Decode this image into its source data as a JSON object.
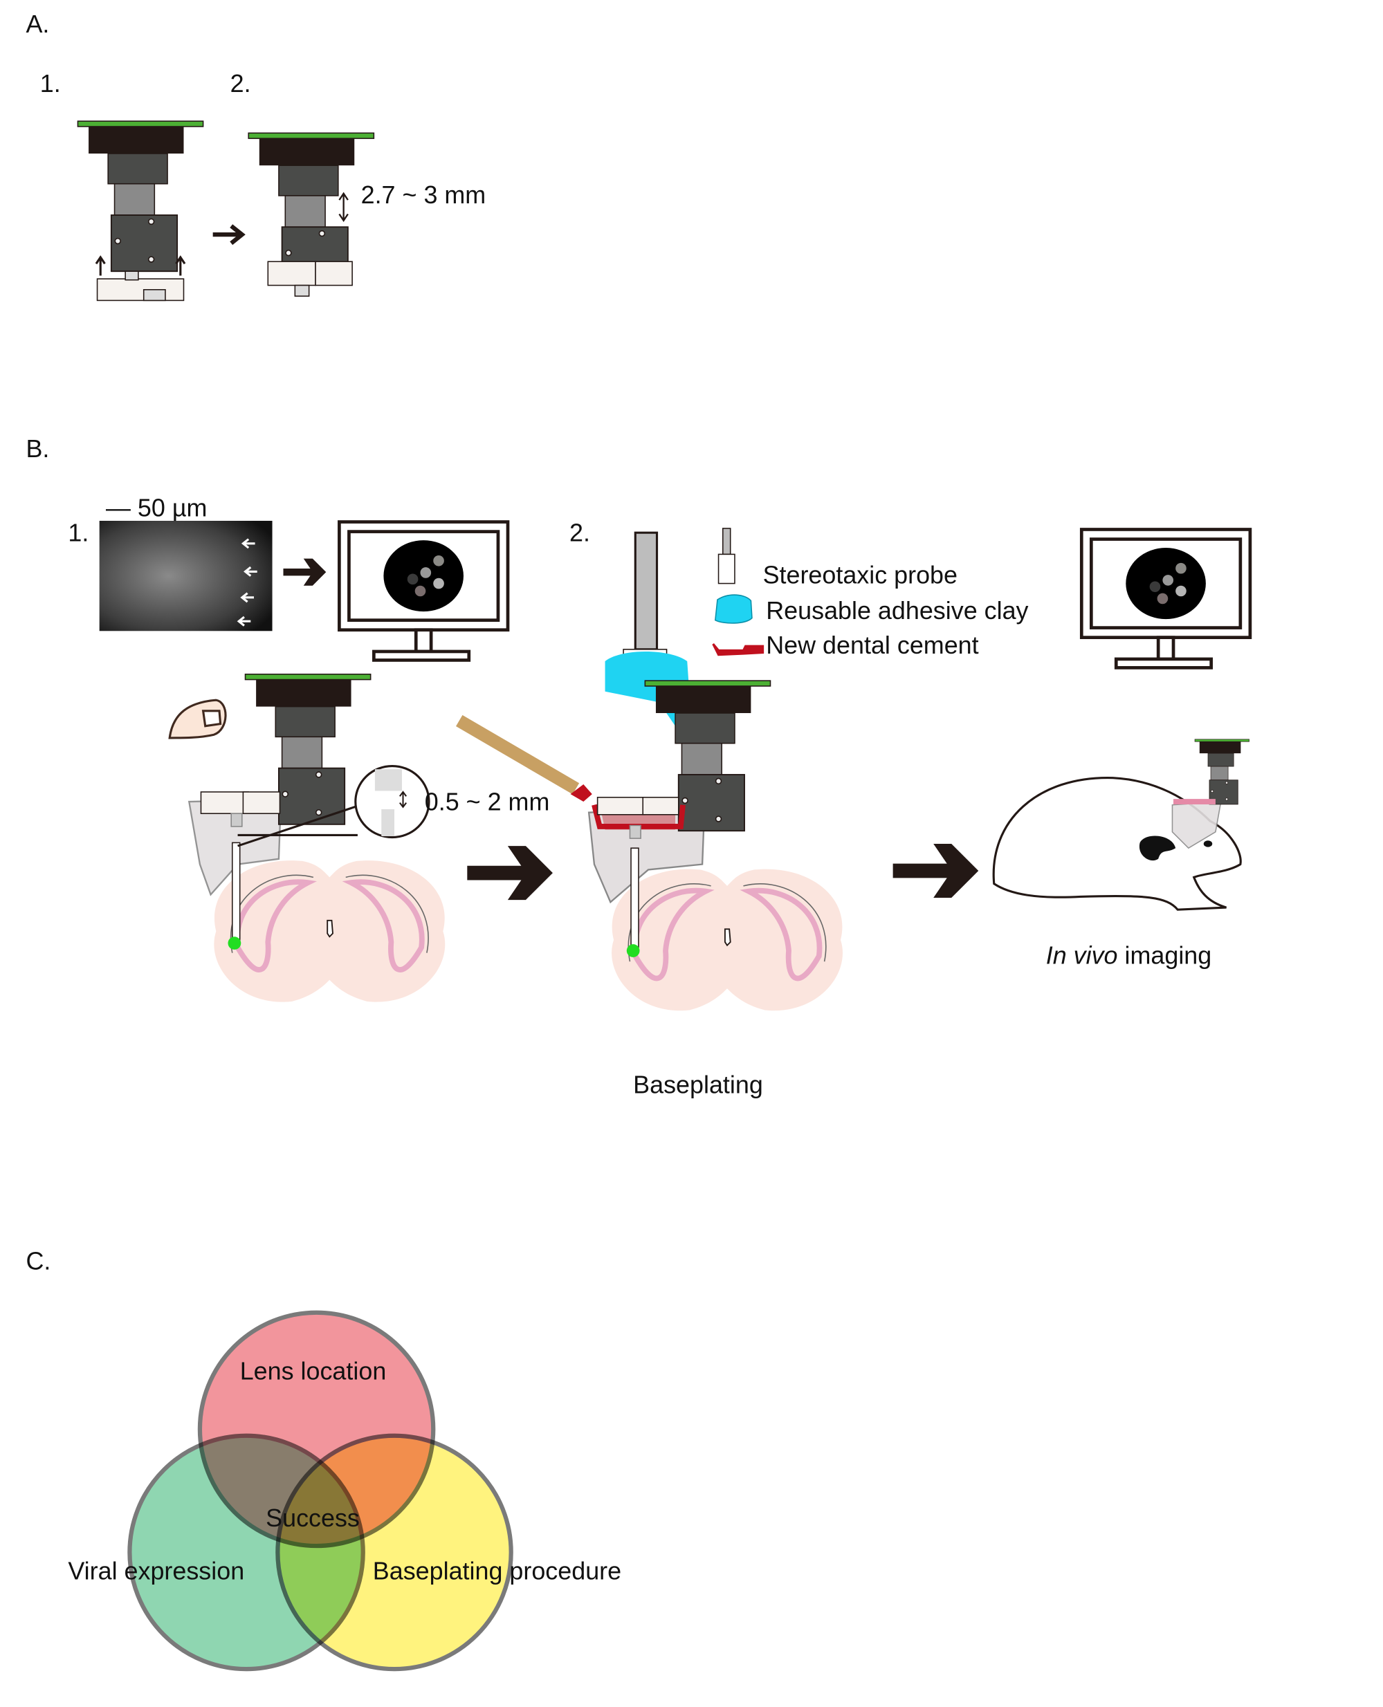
{
  "panel_a": {
    "label": "A.",
    "step1": "1.",
    "step2": "2.",
    "distance": "2.7 ~ 3 mm"
  },
  "panel_b": {
    "label": "B.",
    "step1": "1.",
    "step2": "2.",
    "scale_bar": "— 50 µm",
    "distance": "0.5 ~ 2 mm",
    "legend": [
      {
        "label": "Stereotaxic probe",
        "icon": "probe-icon"
      },
      {
        "label": "Reusable adhesive clay",
        "icon": "clay-icon",
        "color": "#1fd3f2"
      },
      {
        "label": "New dental cement",
        "icon": "cement-icon",
        "color": "#c0101e"
      }
    ],
    "caption_center": "Baseplating",
    "caption_right_italic": "In vivo",
    "caption_right_rest": " imaging"
  },
  "panel_c": {
    "label": "C.",
    "circles": [
      {
        "label": "Lens location",
        "color": "#f2959c"
      },
      {
        "label": "Viral expression",
        "color": "#8fd6b1"
      },
      {
        "label": "Baseplating procedure",
        "color": "#fff37e"
      }
    ],
    "center_label": "Success"
  },
  "colors": {
    "green_bar": "#4cb034",
    "scope_dark": "#231815",
    "scope_gray": "#4a4b49",
    "lens_gray": "#8a8a8a",
    "brain_pink": "#fbe5de",
    "stick": "#c8a063",
    "gcamp_green": "#22dd22"
  }
}
